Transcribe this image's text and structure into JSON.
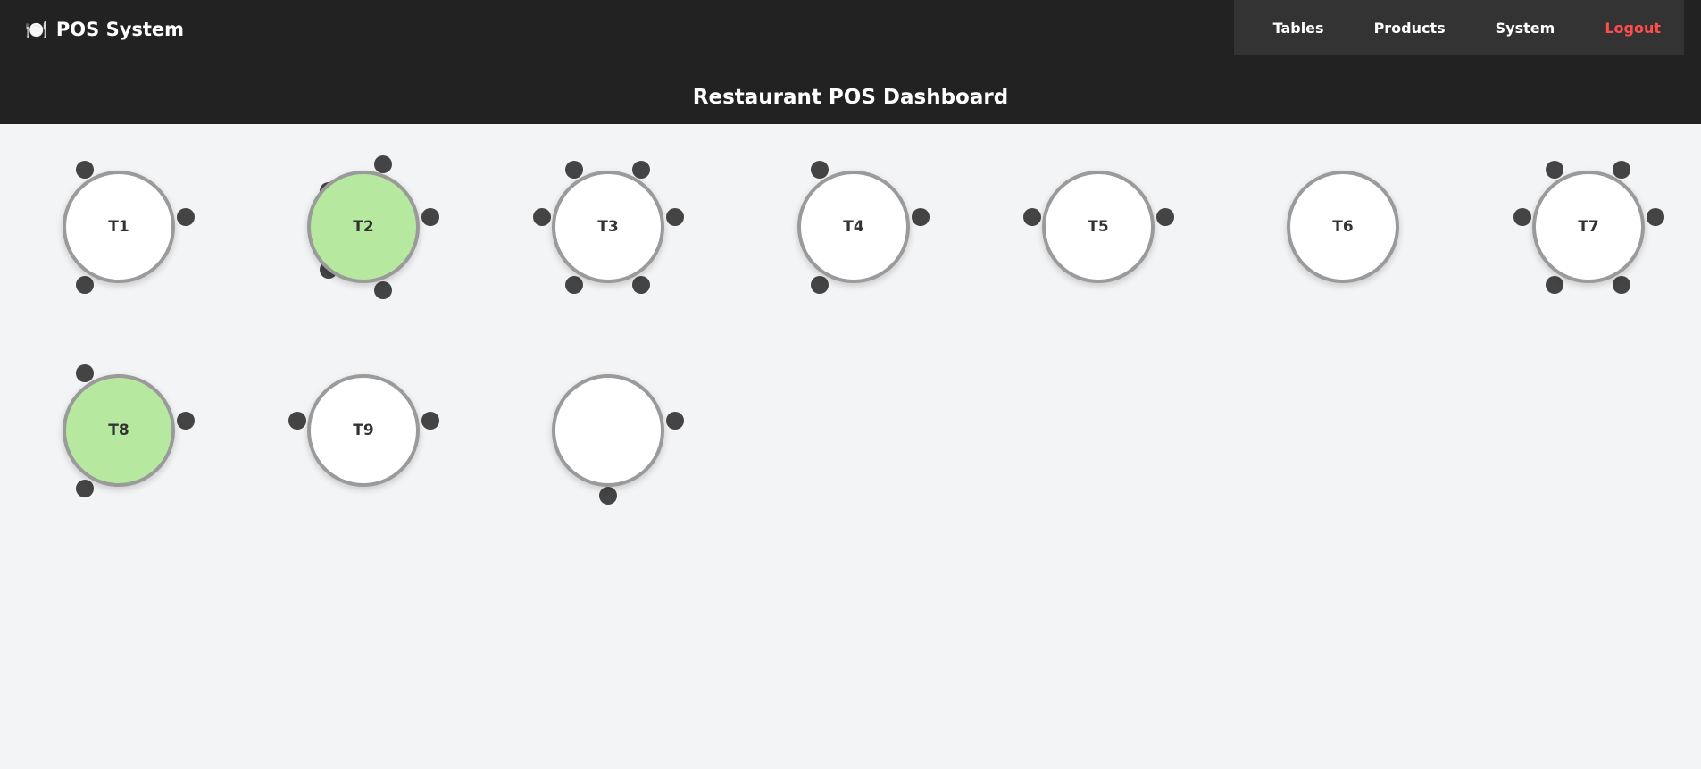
{
  "nav": {
    "brand_icon": "🍽️",
    "brand_icon_name": "plate-icon",
    "brand": "POS System",
    "links": {
      "tables": "Tables",
      "products": "Products",
      "system": "System",
      "logout": "Logout"
    },
    "logout_color": "#ff4d4d"
  },
  "header": {
    "title": "Restaurant POS Dashboard"
  },
  "tables": [
    {
      "label": "T1",
      "occupied": false,
      "seats": 3
    },
    {
      "label": "T2",
      "occupied": true,
      "seats": 5
    },
    {
      "label": "T3",
      "occupied": false,
      "seats": 6
    },
    {
      "label": "T4",
      "occupied": false,
      "seats": 3
    },
    {
      "label": "T5",
      "occupied": false,
      "seats": 2
    },
    {
      "label": "T6",
      "occupied": false,
      "seats": 0
    },
    {
      "label": "T7",
      "occupied": false,
      "seats": 6
    },
    {
      "label": "T8",
      "occupied": true,
      "seats": 3
    },
    {
      "label": "T9",
      "occupied": false,
      "seats": 2
    },
    {
      "label": "",
      "occupied": false,
      "seats": 2
    }
  ],
  "colors": {
    "occupied": "#b7e8a0",
    "free": "#ffffff",
    "seat": "#444444"
  }
}
